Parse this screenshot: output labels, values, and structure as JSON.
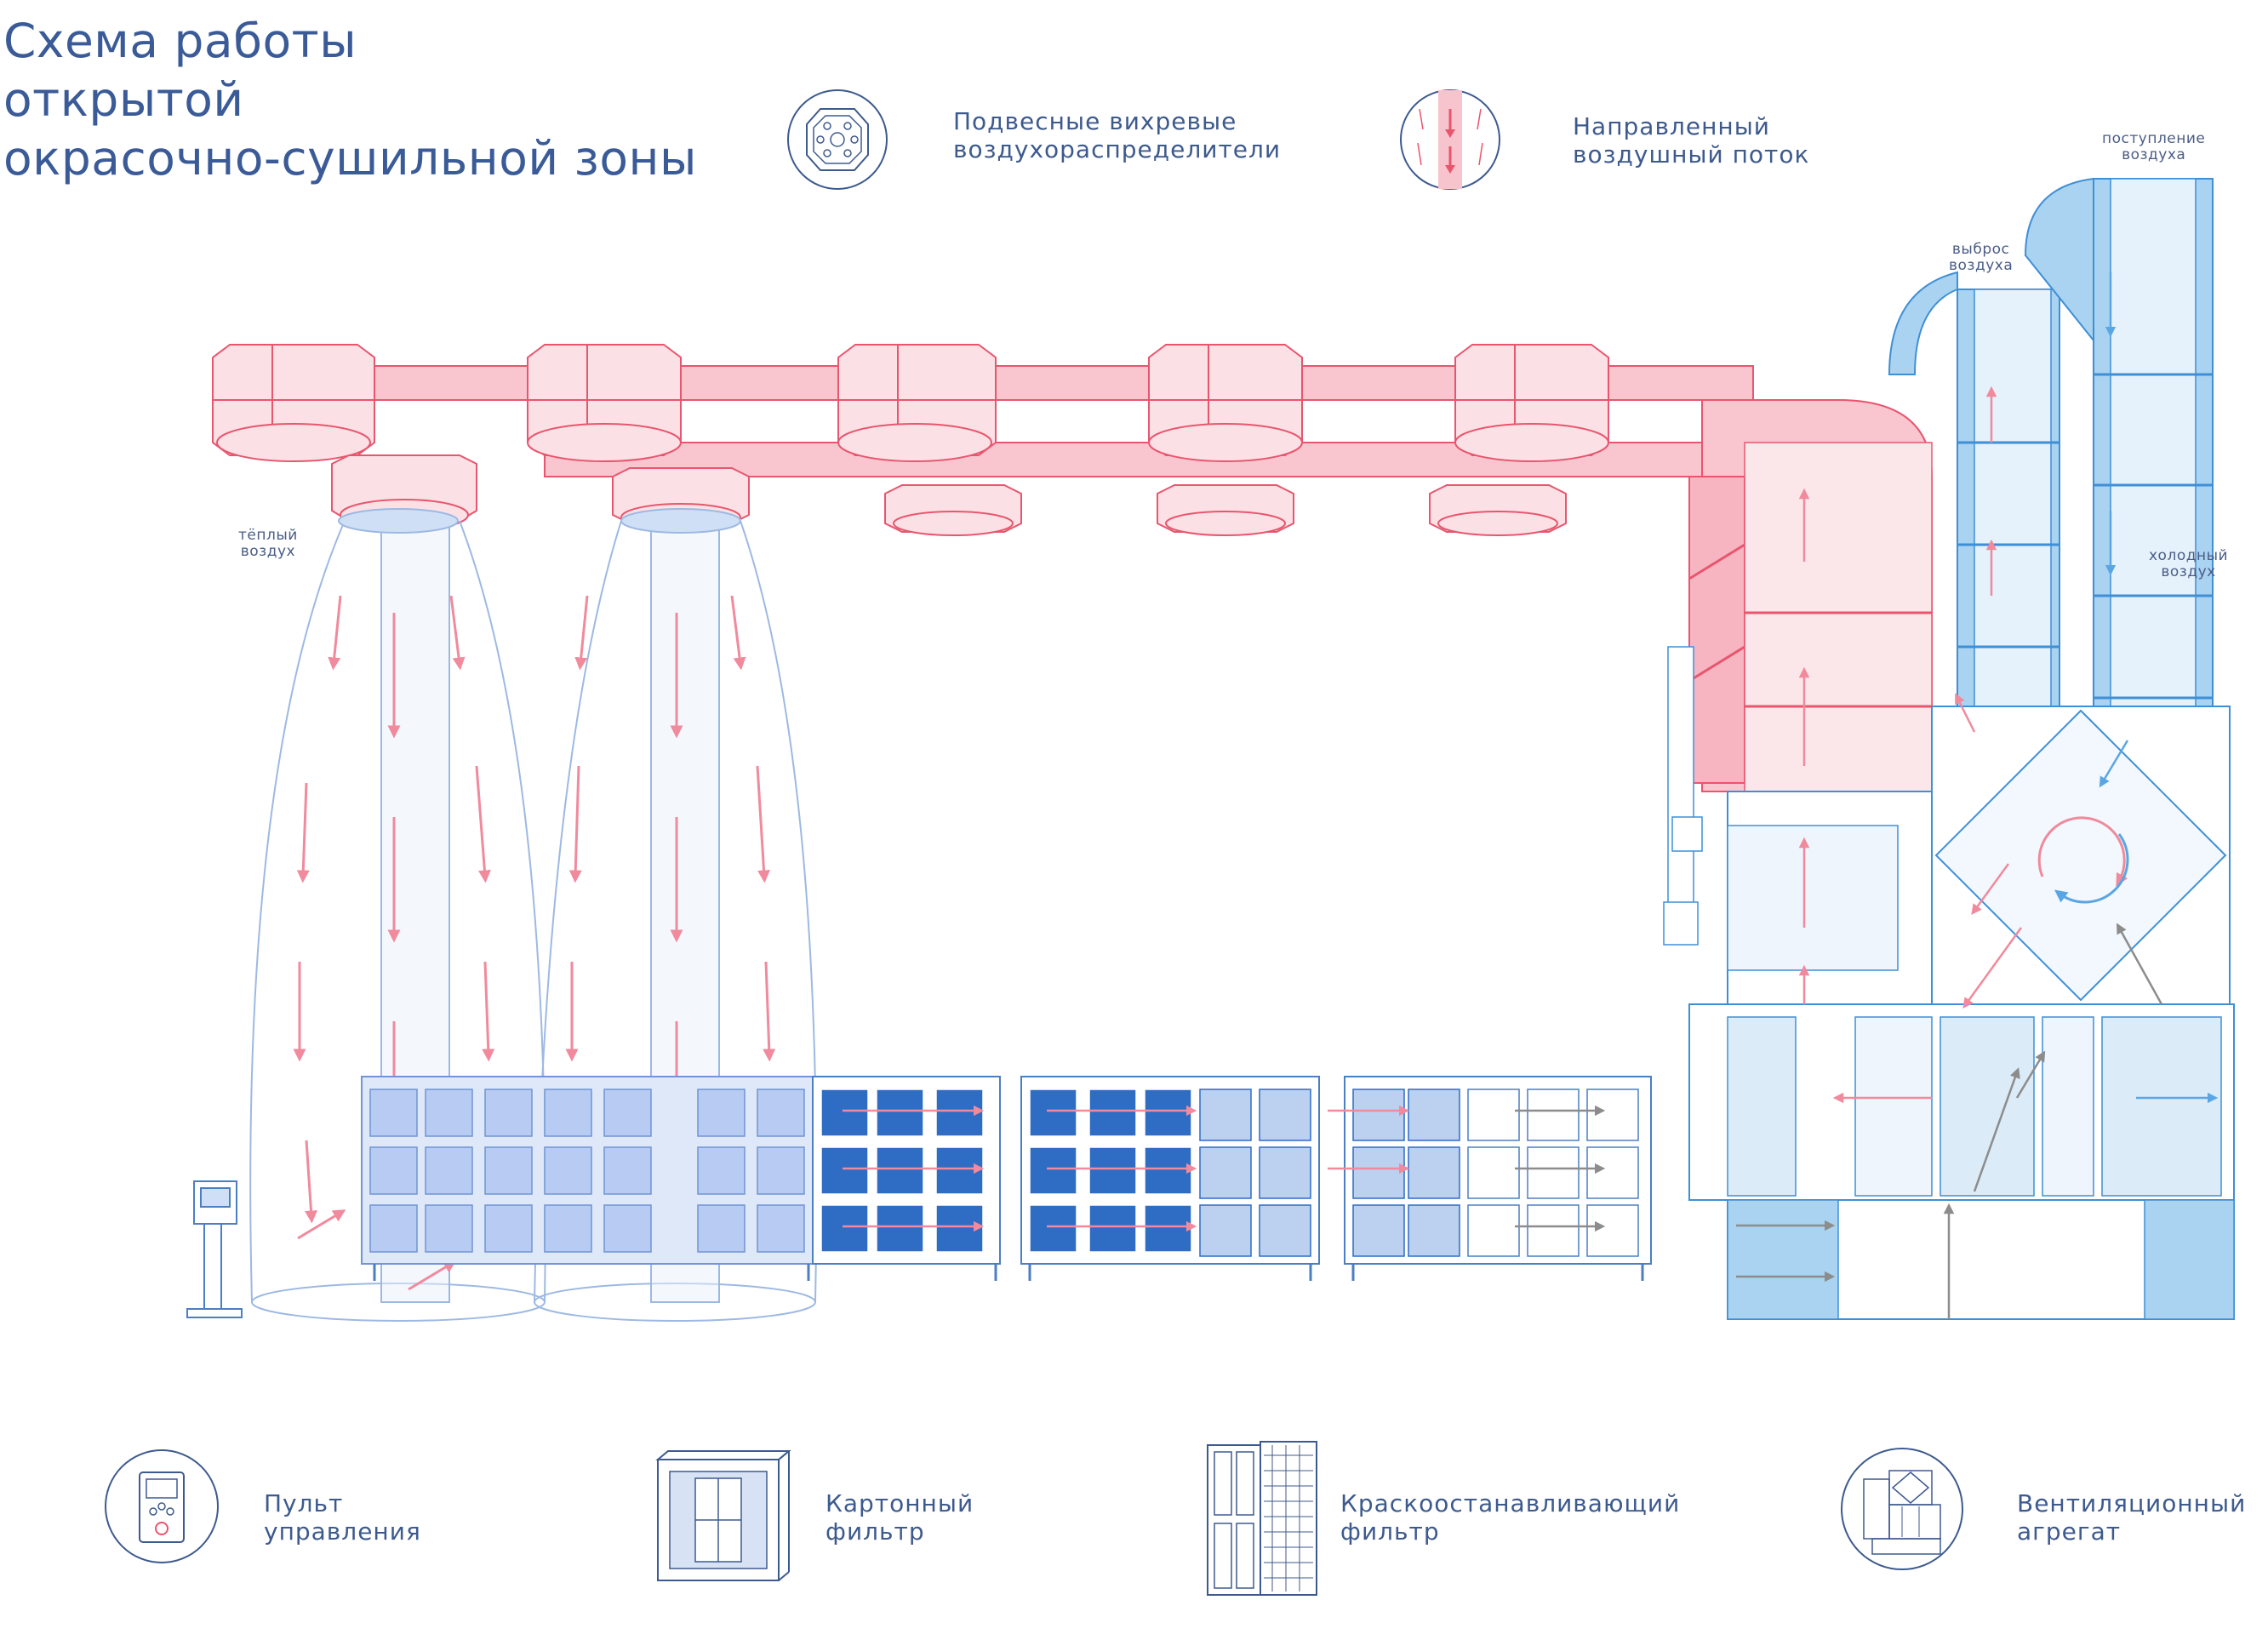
{
  "title": {
    "line1": "Схема работы",
    "line2": "открытой",
    "line3": "окрасочно-сушильной зоны"
  },
  "legend_top": {
    "diffusers": {
      "line1": "Подвесные вихревые",
      "line2": "воздухораспределители",
      "icon": "octagon-diffuser-icon"
    },
    "airflow": {
      "line1": "Направленный",
      "line2": "воздушный поток",
      "icon": "directed-airflow-icon"
    }
  },
  "annotations": {
    "warm_air": {
      "line1": "тёплый",
      "line2": "воздух"
    },
    "air_intake": {
      "line1": "поступление",
      "line2": "воздуха"
    },
    "air_exhaust": {
      "line1": "выброс",
      "line2": "воздуха"
    },
    "cold_air": {
      "line1": "холодный",
      "line2": "воздух"
    }
  },
  "legend_bottom": {
    "control_panel": {
      "line1": "Пульт",
      "line2": "управления",
      "icon": "control-panel-icon"
    },
    "cardboard_filter": {
      "line1": "Картонный",
      "line2": "фильтр",
      "icon": "cardboard-filter-icon"
    },
    "paint_filter": {
      "line1": "Краскоостанавливающий",
      "line2": "фильтр",
      "icon": "paint-arrest-filter-icon"
    },
    "ventilation_unit": {
      "line1": "Вентиляционный",
      "line2": "агрегат",
      "icon": "ventilation-unit-icon"
    }
  },
  "colors": {
    "warm": "#f7a9b8",
    "warm_stroke": "#e8566e",
    "cold": "#a9d3f0",
    "cold_stroke": "#3f8fd6",
    "outline": "#4b7fc4",
    "filter_blue": "#2f6cc4",
    "text": "#3d5a8e",
    "grey_arrow": "#8c8c8c"
  }
}
